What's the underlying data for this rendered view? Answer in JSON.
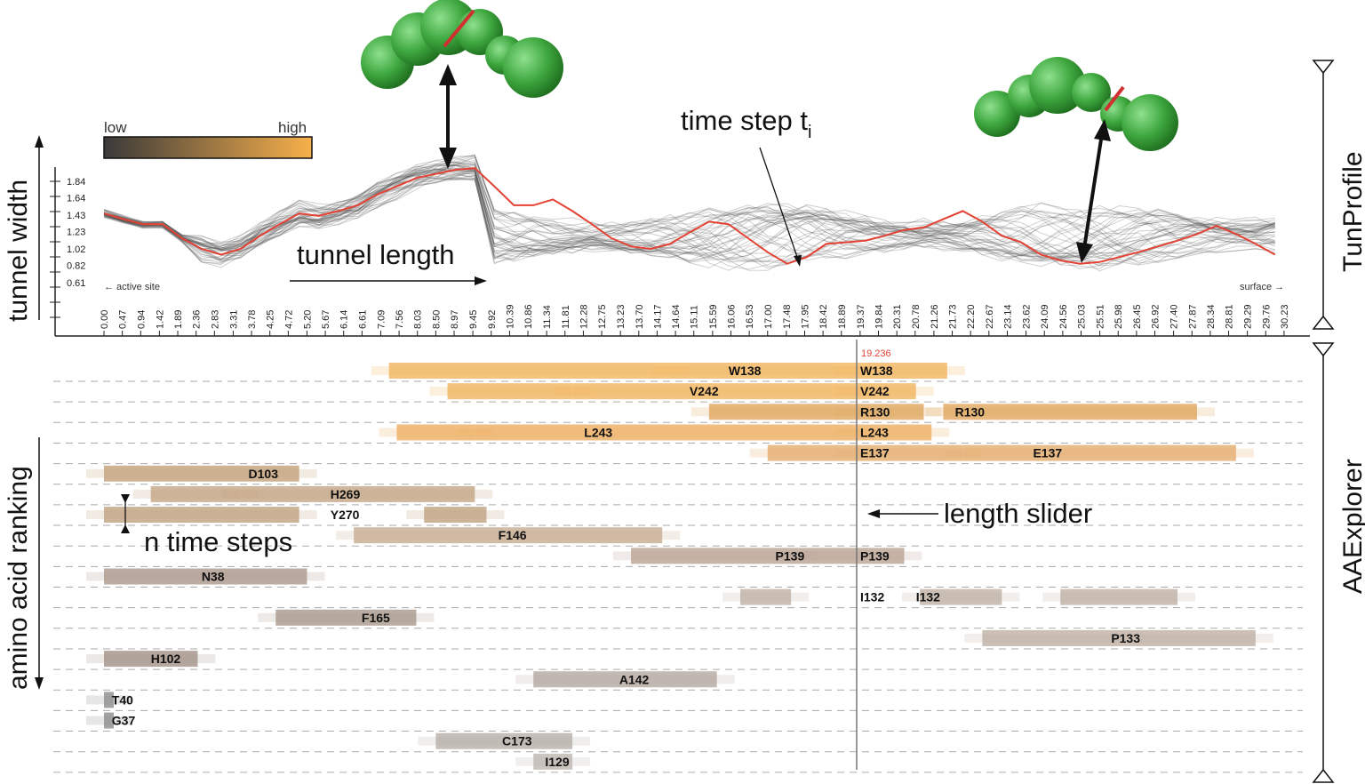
{
  "labels": {
    "y_axis": "tunnel width",
    "x_axis": "tunnel length",
    "ranking": "amino acid ranking",
    "panel_top": "TunProfile",
    "panel_bottom": "AAExplorer",
    "time_step": "time step t",
    "time_step_sub": "i",
    "length_slider": "length slider",
    "n_time_steps": "n time steps",
    "active_site": "← active site",
    "surface": "surface →",
    "legend_low": "low",
    "legend_high": "high",
    "slider_value": "19.236"
  },
  "colors": {
    "legend_low": "#3a3a3a",
    "legend_high": "#f7b04a",
    "highlight_line": "#e34234",
    "profile_lines": "#555555",
    "tunnel_green": "#3fa83f"
  },
  "chart_data": {
    "type": "line",
    "x_ticks": [
      "0.00",
      "0.47",
      "0.94",
      "1.42",
      "1.89",
      "2.36",
      "2.83",
      "3.31",
      "3.78",
      "4.25",
      "4.72",
      "5.20",
      "5.67",
      "6.14",
      "6.61",
      "7.09",
      "7.56",
      "8.03",
      "8.50",
      "8.97",
      "9.45",
      "9.92",
      "10.39",
      "10.86",
      "11.34",
      "11.81",
      "12.28",
      "12.75",
      "13.23",
      "13.70",
      "14.17",
      "14.64",
      "15.11",
      "15.59",
      "16.06",
      "16.53",
      "17.00",
      "17.48",
      "17.95",
      "18.42",
      "18.89",
      "19.37",
      "19.84",
      "20.31",
      "20.78",
      "21.26",
      "21.73",
      "22.20",
      "22.67",
      "23.14",
      "23.62",
      "24.09",
      "24.56",
      "25.03",
      "25.51",
      "25.98",
      "26.45",
      "26.92",
      "27.40",
      "27.87",
      "28.34",
      "28.81",
      "29.29",
      "29.76",
      "30.23"
    ],
    "y_ticks": [
      "1.84",
      "1.64",
      "1.43",
      "1.23",
      "1.02",
      "0.82",
      "0.61"
    ],
    "xlim": [
      0,
      30.3
    ],
    "ylim": [
      0.61,
      1.84
    ],
    "highlight_series": {
      "x": [
        0,
        0.5,
        1,
        1.5,
        2,
        2.5,
        3,
        3.5,
        4,
        4.5,
        5,
        5.5,
        6,
        6.5,
        7,
        7.5,
        8,
        8.5,
        9,
        9.5,
        10,
        10.5,
        11,
        11.5,
        12,
        12.5,
        13,
        13.5,
        14,
        14.5,
        15,
        15.5,
        16,
        16.5,
        17,
        17.5,
        18,
        18.5,
        19,
        19.5,
        20,
        20.5,
        21,
        21.5,
        22,
        22.5,
        23,
        23.5,
        24,
        24.5,
        25,
        25.5,
        26,
        26.5,
        27,
        27.5,
        28,
        28.5,
        29,
        29.5,
        30
      ],
      "y": [
        1.45,
        1.38,
        1.32,
        1.32,
        1.15,
        1.02,
        0.95,
        1.02,
        1.18,
        1.32,
        1.45,
        1.42,
        1.48,
        1.55,
        1.68,
        1.78,
        1.88,
        1.93,
        1.98,
        2.0,
        1.78,
        1.55,
        1.55,
        1.62,
        1.48,
        1.32,
        1.15,
        1.05,
        1.02,
        1.08,
        1.22,
        1.35,
        1.32,
        1.15,
        0.98,
        0.84,
        0.92,
        1.08,
        1.1,
        1.12,
        1.18,
        1.25,
        1.28,
        1.38,
        1.48,
        1.35,
        1.18,
        1.1,
        0.95,
        0.88,
        0.84,
        0.86,
        0.92,
        0.98,
        1.05,
        1.12,
        1.2,
        1.3,
        1.2,
        1.08,
        0.95
      ]
    }
  },
  "rows": [
    {
      "name": "W138",
      "color": "#f2b661",
      "segs": [
        [
          7.3,
          14.5
        ],
        [
          14.5,
          19.2
        ],
        [
          19.2,
          21.6
        ]
      ],
      "label1": "W138",
      "label1_x": 16.0,
      "label2": "W138"
    },
    {
      "name": "V242",
      "color": "#f2b661",
      "segs": [
        [
          8.8,
          12.0
        ],
        [
          12.0,
          19.2
        ],
        [
          19.2,
          20.8
        ]
      ],
      "label1": "V242",
      "label1_x": 15.0,
      "label2": "V242"
    },
    {
      "name": "R130",
      "color": "#e0a860",
      "segs": [
        [
          15.5,
          19.2
        ],
        [
          19.2,
          21.0
        ],
        [
          21.5,
          28.0
        ]
      ],
      "label1": "R130",
      "label1_x": 21.8,
      "label2": "R130"
    },
    {
      "name": "L243",
      "color": "#eeb066",
      "segs": [
        [
          7.5,
          9.5
        ],
        [
          9.5,
          19.2
        ],
        [
          19.2,
          21.2
        ]
      ],
      "label1": "L243",
      "label1_x": 12.3,
      "label2": "L243"
    },
    {
      "name": "E137",
      "color": "#e4ae70",
      "segs": [
        [
          17.0,
          19.2
        ],
        [
          19.2,
          22.0
        ],
        [
          22.0,
          29.0
        ]
      ],
      "label1": "E137",
      "label1_x": 23.8,
      "label2": "E137"
    },
    {
      "name": "D103",
      "color": "#c3a27c",
      "segs": [
        [
          0.0,
          5.0
        ]
      ],
      "label1": "D103",
      "label1_x": 3.7,
      "label2": ""
    },
    {
      "name": "H269",
      "color": "#c4a686",
      "segs": [
        [
          1.2,
          3.5
        ],
        [
          3.5,
          9.5
        ]
      ],
      "label1": "H269",
      "label1_x": 5.8,
      "label2": ""
    },
    {
      "name": "Y270",
      "color": "#c1a484",
      "segs": [
        [
          0.0,
          5.0
        ],
        [
          8.2,
          9.8
        ]
      ],
      "label1": "Y270",
      "label1_x": 5.8,
      "label2": ""
    },
    {
      "name": "F146",
      "color": "#c7ae94",
      "segs": [
        [
          6.4,
          14.3
        ]
      ],
      "label1": "F146",
      "label1_x": 10.1,
      "label2": ""
    },
    {
      "name": "P139",
      "color": "#bba595",
      "segs": [
        [
          13.5,
          17.8
        ],
        [
          17.8,
          20.5
        ]
      ],
      "label1": "P139",
      "label1_x": 17.2,
      "label2": "P139"
    },
    {
      "name": "N38",
      "color": "#ac9a8d",
      "segs": [
        [
          0.0,
          5.2
        ]
      ],
      "label1": "N38",
      "label1_x": 2.5,
      "label2": ""
    },
    {
      "name": "I132",
      "color": "#c1b2a7",
      "segs": [
        [
          16.3,
          17.6
        ],
        [
          20.9,
          23.0
        ],
        [
          24.5,
          27.5
        ]
      ],
      "label1": "I132",
      "label1_x": 20.8,
      "label2": "I132"
    },
    {
      "name": "F165",
      "color": "#aa9a8e",
      "segs": [
        [
          4.4,
          8.0
        ]
      ],
      "label1": "F165",
      "label1_x": 6.6,
      "label2": ""
    },
    {
      "name": "P133",
      "color": "#bfb1a6",
      "segs": [
        [
          22.5,
          29.5
        ]
      ],
      "label1": "P133",
      "label1_x": 25.8,
      "label2": ""
    },
    {
      "name": "H102",
      "color": "#a5948a",
      "segs": [
        [
          0.0,
          2.4
        ]
      ],
      "label1": "H102",
      "label1_x": 1.2,
      "label2": ""
    },
    {
      "name": "A142",
      "color": "#b6aaa2",
      "segs": [
        [
          11.0,
          15.7
        ]
      ],
      "label1": "A142",
      "label1_x": 13.2,
      "label2": ""
    },
    {
      "name": "T40",
      "color": "#8f8f8f",
      "segs": [
        [
          0.0,
          0.25
        ]
      ],
      "label1": "T40",
      "label1_x": 0.2,
      "label2": ""
    },
    {
      "name": "G37",
      "color": "#8f8f8f",
      "segs": [
        [
          0.0,
          0.25
        ]
      ],
      "label1": "G37",
      "label1_x": 0.2,
      "label2": ""
    },
    {
      "name": "C173",
      "color": "#b8b0aa",
      "segs": [
        [
          8.5,
          12.0
        ]
      ],
      "label1": "C173",
      "label1_x": 10.2,
      "label2": ""
    },
    {
      "name": "I129",
      "color": "#c0b8b2",
      "segs": [
        [
          11.0,
          12.0
        ]
      ],
      "label1": "I129",
      "label1_x": 11.3,
      "label2": ""
    }
  ]
}
